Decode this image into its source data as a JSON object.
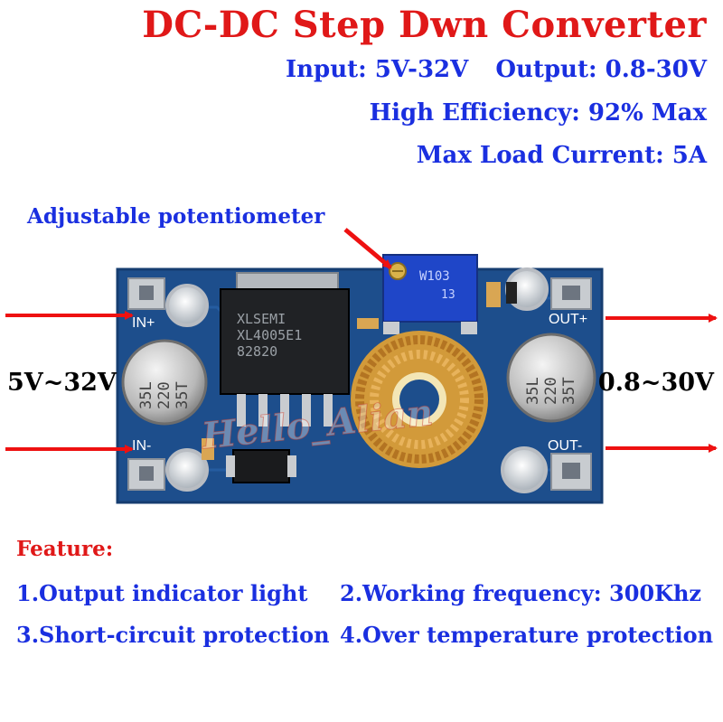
{
  "title": "DC-DC Step Dwn Converter",
  "specs": {
    "input": "Input: 5V-32V",
    "output": "Output: 0.8-30V",
    "efficiency": "High Efficiency: 92% Max",
    "current": "Max Load Current: 5A"
  },
  "pot_label": "Adjustable potentiometer",
  "vin_label": "5V~32V",
  "vout_label": "0.8~30V",
  "board": {
    "in_plus": "IN+",
    "in_minus": "IN-",
    "out_plus": "OUT+",
    "out_minus": "OUT-",
    "chip_line1": "XLSEMI",
    "chip_line2": "XL4005E1",
    "chip_line3": "82820",
    "pot_code": "W103",
    "pot_sub": "13",
    "cap_code1": "35T",
    "cap_code2": "220",
    "cap_code3": "35L",
    "watermark": "Hello_Alian"
  },
  "colors": {
    "title": "#e01818",
    "spec": "#1a2fe0",
    "arrow": "#ee1111",
    "pcb": "#1d4e8c"
  },
  "features": {
    "heading": "Feature:",
    "items": [
      "1.Output indicator light",
      "2.Working frequency: 300Khz",
      "3.Short-circuit protection",
      "4.Over temperature protection"
    ]
  }
}
